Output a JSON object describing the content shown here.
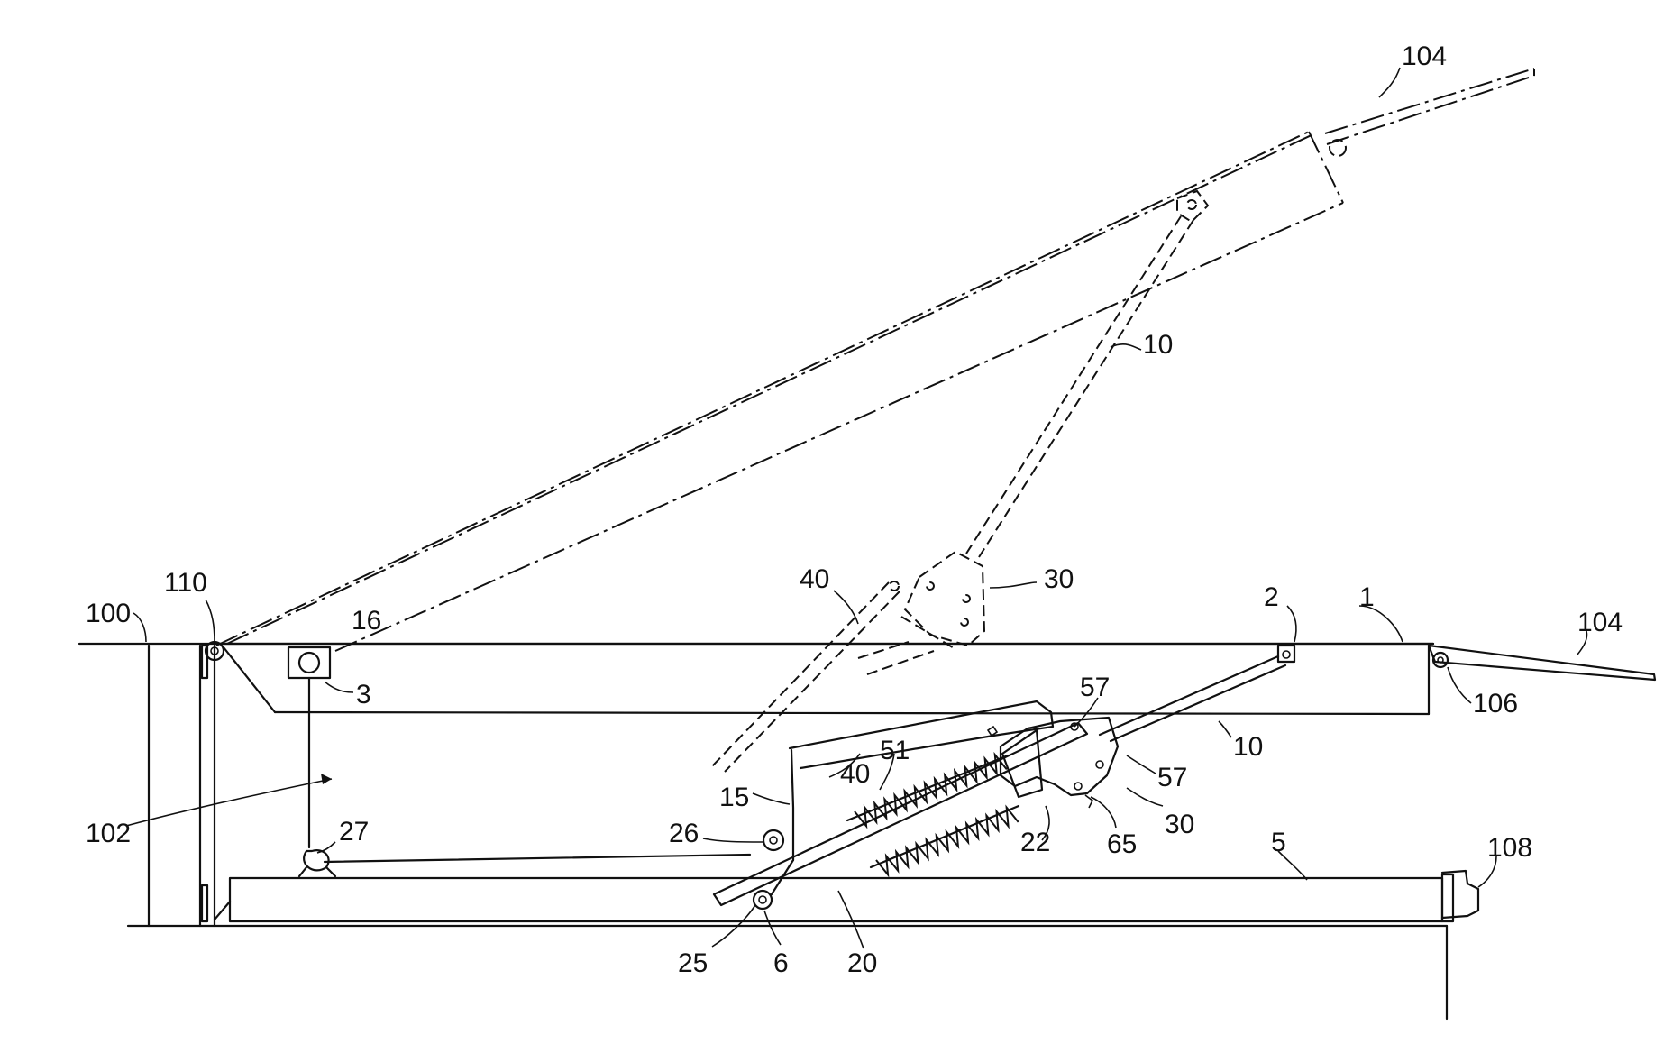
{
  "labels": {
    "l104_top": "104",
    "l10_top": "10",
    "l40_top": "40",
    "l30_top": "30",
    "l110": "110",
    "l100": "100",
    "l16": "16",
    "l3": "3",
    "l2": "2",
    "l1": "1",
    "l104_right": "104",
    "l106": "106",
    "l57_a": "57",
    "l10_mid": "10",
    "l57_b": "57",
    "l51": "51",
    "l40_mid": "40",
    "l15": "15",
    "l102": "102",
    "l27": "27",
    "l26": "26",
    "l22": "22",
    "l65": "65",
    "l30_mid": "30",
    "l5": "5",
    "l108": "108",
    "l25": "25",
    "l6": "6",
    "l20": "20"
  }
}
